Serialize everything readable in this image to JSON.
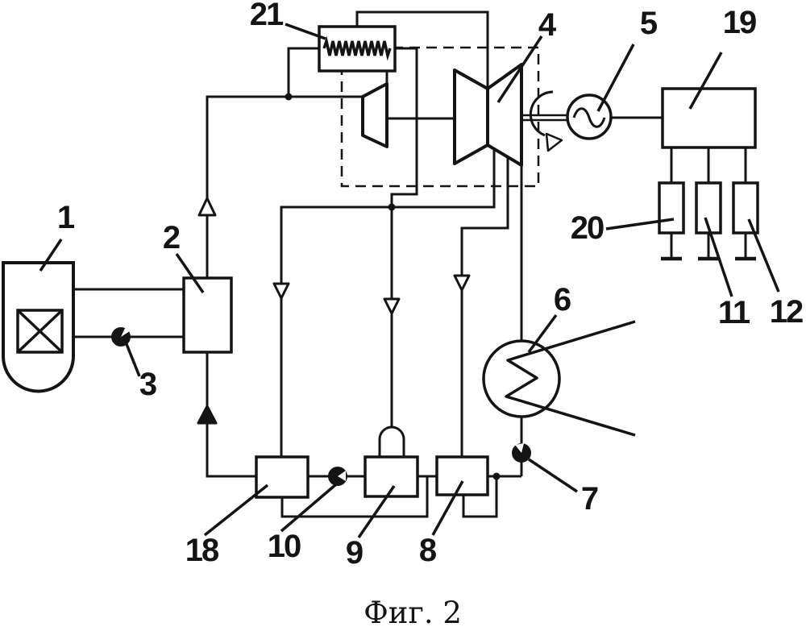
{
  "figure": {
    "caption": "Фиг. 2",
    "labels": {
      "n1": "1",
      "n2": "2",
      "n3": "3",
      "n4": "4",
      "n5": "5",
      "n6": "6",
      "n7": "7",
      "n8": "8",
      "n9": "9",
      "n10": "10",
      "n11": "11",
      "n12": "12",
      "n18": "18",
      "n19": "19",
      "n20": "20",
      "n21": "21"
    },
    "legend": [
      {
        "label": "1",
        "symbol": "vessel-with-crossed-box"
      },
      {
        "label": "2",
        "symbol": "rectangle-unit"
      },
      {
        "label": "3",
        "symbol": "filled-circle-valve"
      },
      {
        "label": "4",
        "symbol": "bowtie-turbine-in-dashed-enclosure"
      },
      {
        "label": "5",
        "symbol": "circle-with-sine-generator"
      },
      {
        "label": "6",
        "symbol": "circle-with-zigzag-heat-exchanger"
      },
      {
        "label": "7",
        "symbol": "filled-circle-valve"
      },
      {
        "label": "8",
        "symbol": "rectangle-unit"
      },
      {
        "label": "9",
        "symbol": "rectangle-unit-with-dome"
      },
      {
        "label": "10",
        "symbol": "filled-circle-valve"
      },
      {
        "label": "11",
        "symbol": "load-rectangle-with-terminal"
      },
      {
        "label": "12",
        "symbol": "load-rectangle-with-terminal"
      },
      {
        "label": "18",
        "symbol": "rectangle-unit"
      },
      {
        "label": "19",
        "symbol": "rectangle-unit"
      },
      {
        "label": "20",
        "symbol": "load-rectangle-with-terminal"
      },
      {
        "label": "21",
        "symbol": "box-with-heater-coil"
      }
    ],
    "colors": {
      "line": "#141414",
      "background": "#ffffff"
    }
  }
}
